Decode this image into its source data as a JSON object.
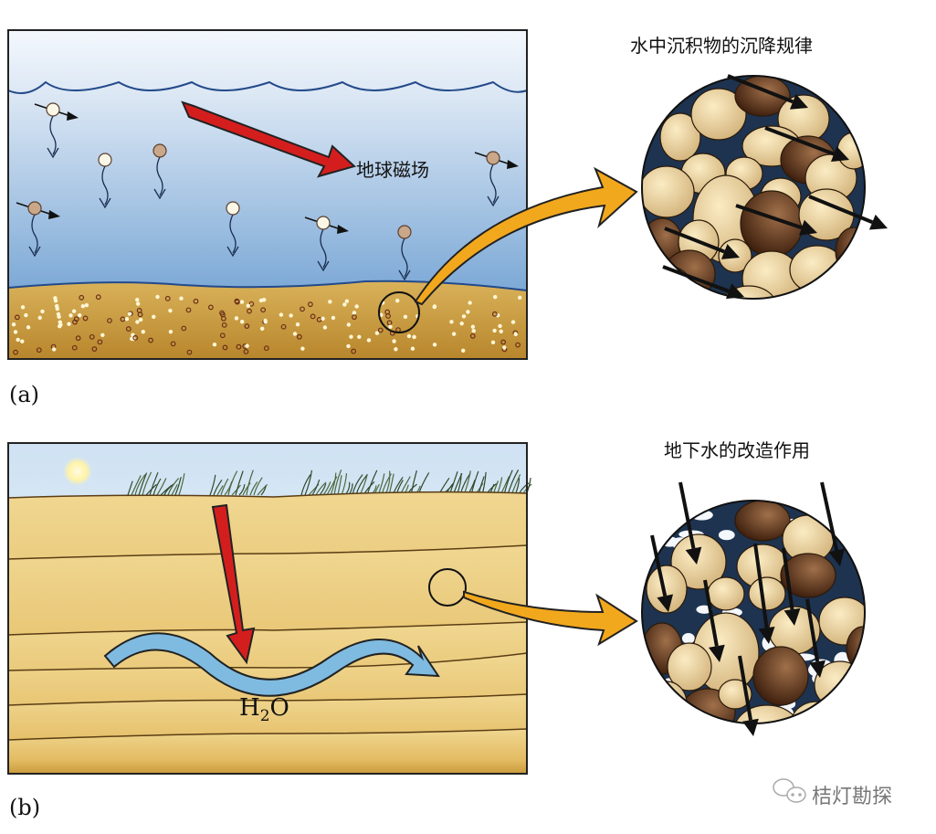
{
  "panel_a": {
    "label": "(a)",
    "field_label": "地球磁场",
    "detail_title": "水中沉积物的沉降规律"
  },
  "panel_b": {
    "label": "(b)",
    "water_label_main": "H",
    "water_label_sub": "2",
    "water_label_end": "O",
    "detail_title": "地下水的改造作用"
  },
  "watermark": {
    "icon": "wechat-icon",
    "text": "桔灯勘探"
  },
  "colors": {
    "water_top": "#dfeaf6",
    "water_bottom": "#5b93cc",
    "sediment": "#d7a94a",
    "red_arrow": "#d41e1e",
    "orange_arrow": "#f2a81d",
    "blue_arrow": "#7fbbe0",
    "pore_dark": "#1d3350",
    "grain_light": "#e8cf9a",
    "grain_dark": "#6b3e1f"
  }
}
